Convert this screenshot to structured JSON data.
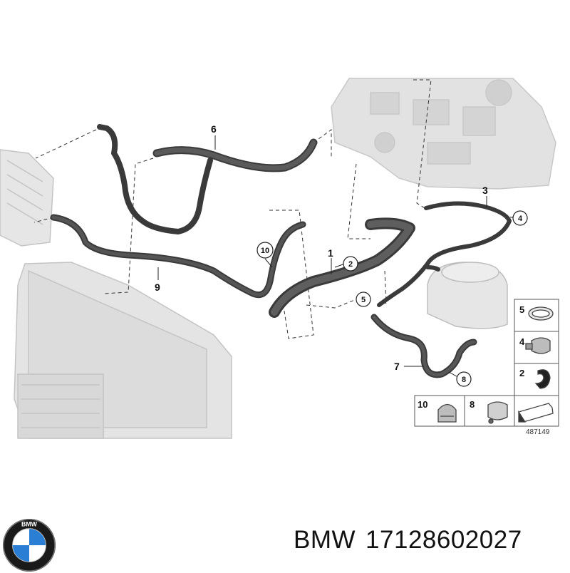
{
  "diagram": {
    "callouts": {
      "c1": "1",
      "c2": "2",
      "c3": "3",
      "c4": "4",
      "c5": "5",
      "c6": "6",
      "c7": "7",
      "c8": "8",
      "c9": "9",
      "c10": "10"
    },
    "legend": {
      "item5": "5",
      "item4": "4",
      "item2": "2",
      "item10": "10",
      "item8": "8"
    },
    "diagram_number": "487149"
  },
  "brand": {
    "logo_text": "BMW",
    "name": "BMW",
    "part_number": "17128602027"
  },
  "colors": {
    "hose": "#3a3a3a",
    "ghost": "#d6d6d6",
    "brand_blue": "#2a7fd4"
  }
}
